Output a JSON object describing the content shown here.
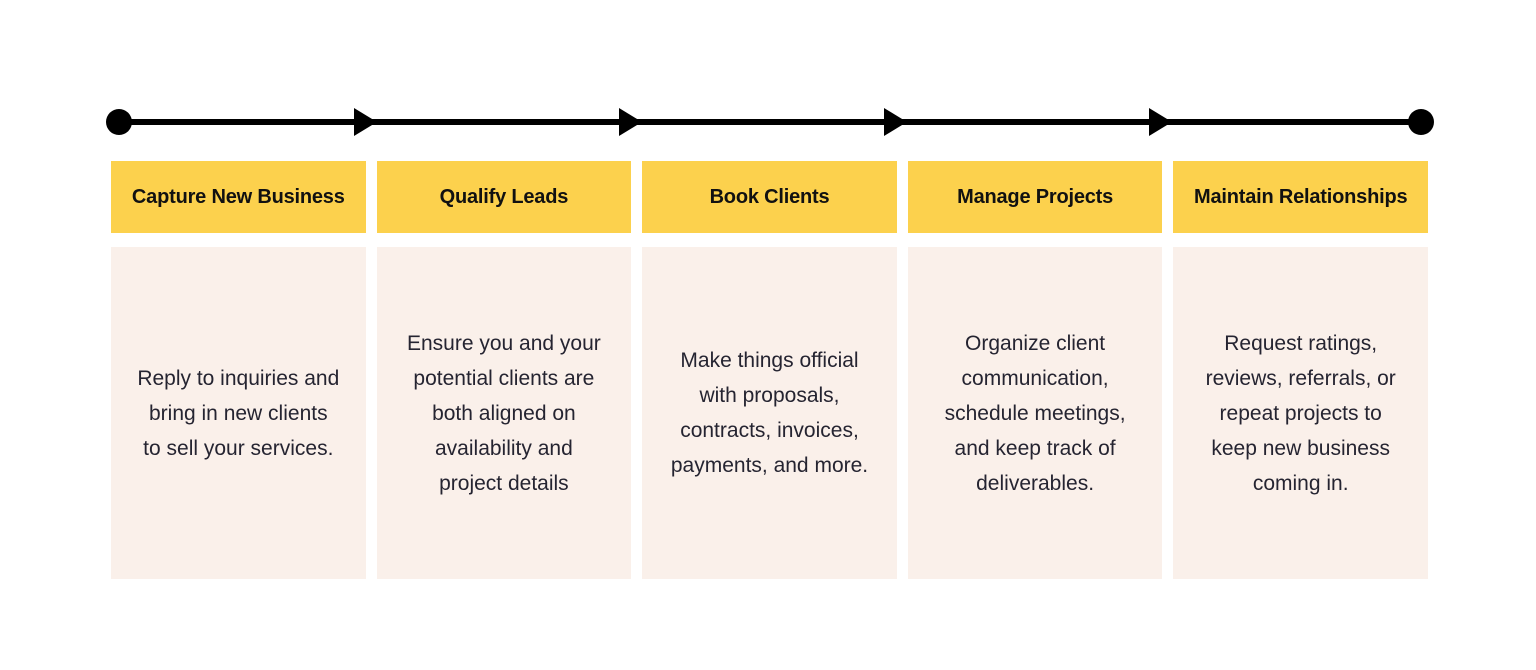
{
  "colors": {
    "background": "#FFFFFF",
    "accent_yellow": "#FCD14D",
    "panel_cream": "#FAF0EA",
    "header_text": "#111111",
    "body_text": "#252431",
    "timeline": "#000000"
  },
  "timeline": {
    "start_icon": "filled-circle",
    "end_icon": "filled-circle",
    "connector_icon": "right-arrowhead",
    "segment_count": 5
  },
  "stages": [
    {
      "title": "Capture New Business",
      "description": "Reply to inquiries and\nbring in new clients\nto sell your services."
    },
    {
      "title": "Qualify Leads",
      "description": "Ensure you and your\npotential clients are\nboth aligned on\navailability and\nproject details"
    },
    {
      "title": "Book Clients",
      "description": "Make things official\nwith proposals,\ncontracts, invoices,\npayments, and more."
    },
    {
      "title": "Manage Projects",
      "description": "Organize client\ncommunication,\nschedule meetings,\nand keep track of\ndeliverables."
    },
    {
      "title": "Maintain Relationships",
      "description": "Request ratings,\nreviews, referrals, or\nrepeat projects to\nkeep new business\ncoming in."
    }
  ]
}
